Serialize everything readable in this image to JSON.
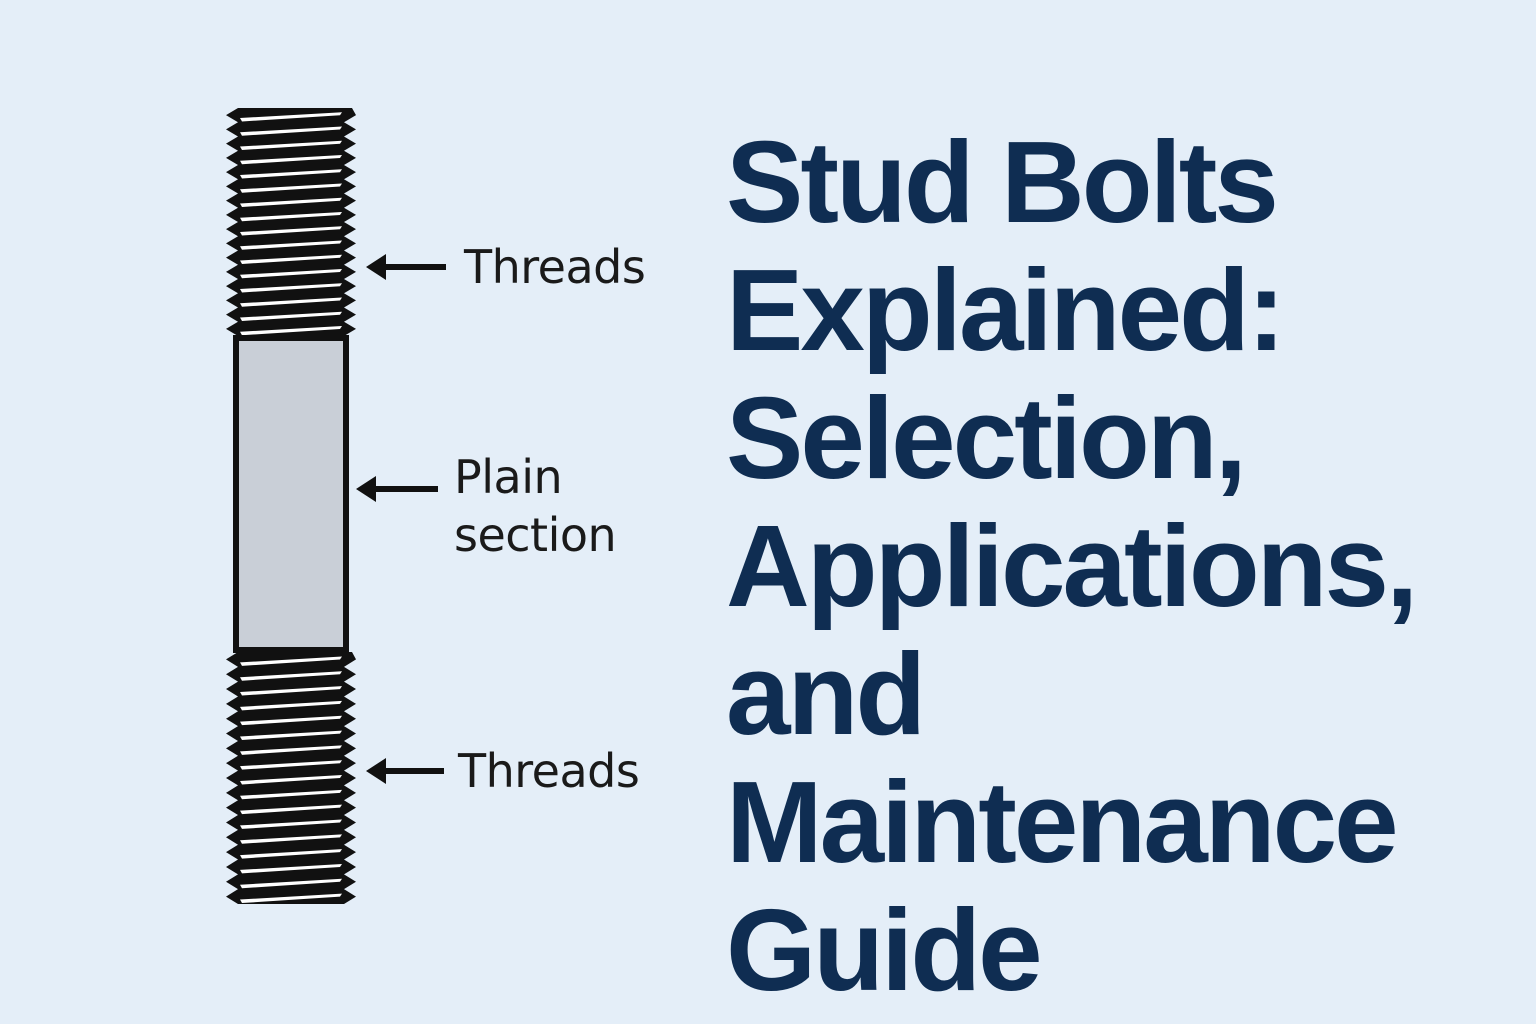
{
  "diagram": {
    "subject": "stud bolt",
    "parts": [
      {
        "id": "top-threads",
        "label": "Threads"
      },
      {
        "id": "plain-section",
        "label_lines": [
          "Plain",
          "section"
        ]
      },
      {
        "id": "bottom-threads",
        "label": "Threads"
      }
    ],
    "colors": {
      "background": "#e4eef8",
      "outline": "#111111",
      "plain_fill": "#c9cfd7",
      "thread_highlight": "#ffffff",
      "label_text": "#1a1a1a"
    }
  },
  "title": {
    "lines": [
      "Stud Bolts",
      "Explained:",
      "Selection,",
      "Applications,",
      "and",
      "Maintenance",
      "Guide"
    ],
    "color": "#0f2d52"
  }
}
